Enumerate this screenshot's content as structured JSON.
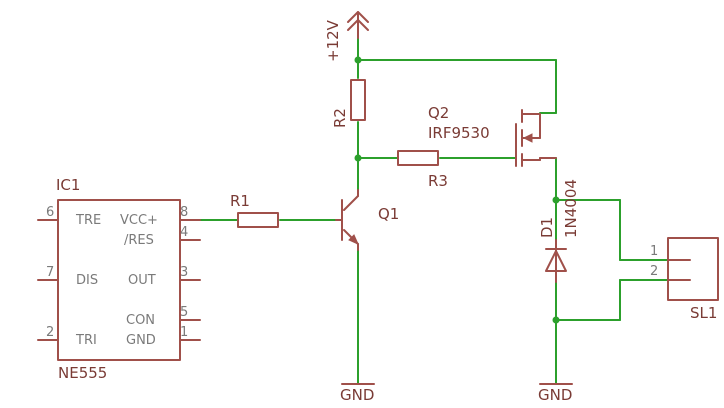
{
  "ic1": {
    "ref": "IC1",
    "value": "NE555",
    "pins_left": [
      {
        "num": "6",
        "name": "TRE"
      },
      {
        "num": "7",
        "name": "DIS"
      },
      {
        "num": "2",
        "name": "TRI"
      }
    ],
    "pins_right": [
      {
        "num": "8",
        "name": "VCC+"
      },
      {
        "num": "4",
        "name": "/RES"
      },
      {
        "num": "3",
        "name": "OUT"
      },
      {
        "num": "5",
        "name": "CON"
      },
      {
        "num": "1",
        "name": "GND"
      }
    ]
  },
  "r1": {
    "ref": "R1"
  },
  "r2": {
    "ref": "R2"
  },
  "r3": {
    "ref": "R3"
  },
  "q1": {
    "ref": "Q1"
  },
  "q2": {
    "ref": "Q2",
    "value": "IRF9530"
  },
  "d1": {
    "ref": "D1",
    "value": "1N4004"
  },
  "sl1": {
    "ref": "SL1",
    "pins": [
      "1",
      "2"
    ]
  },
  "supply": {
    "label": "+12V"
  },
  "grounds": [
    "GND",
    "GND"
  ],
  "colors": {
    "wire": "#2ca02c",
    "part": "#a0504a",
    "label": "#7a3b35",
    "pin_text": "#7a7a7a"
  }
}
